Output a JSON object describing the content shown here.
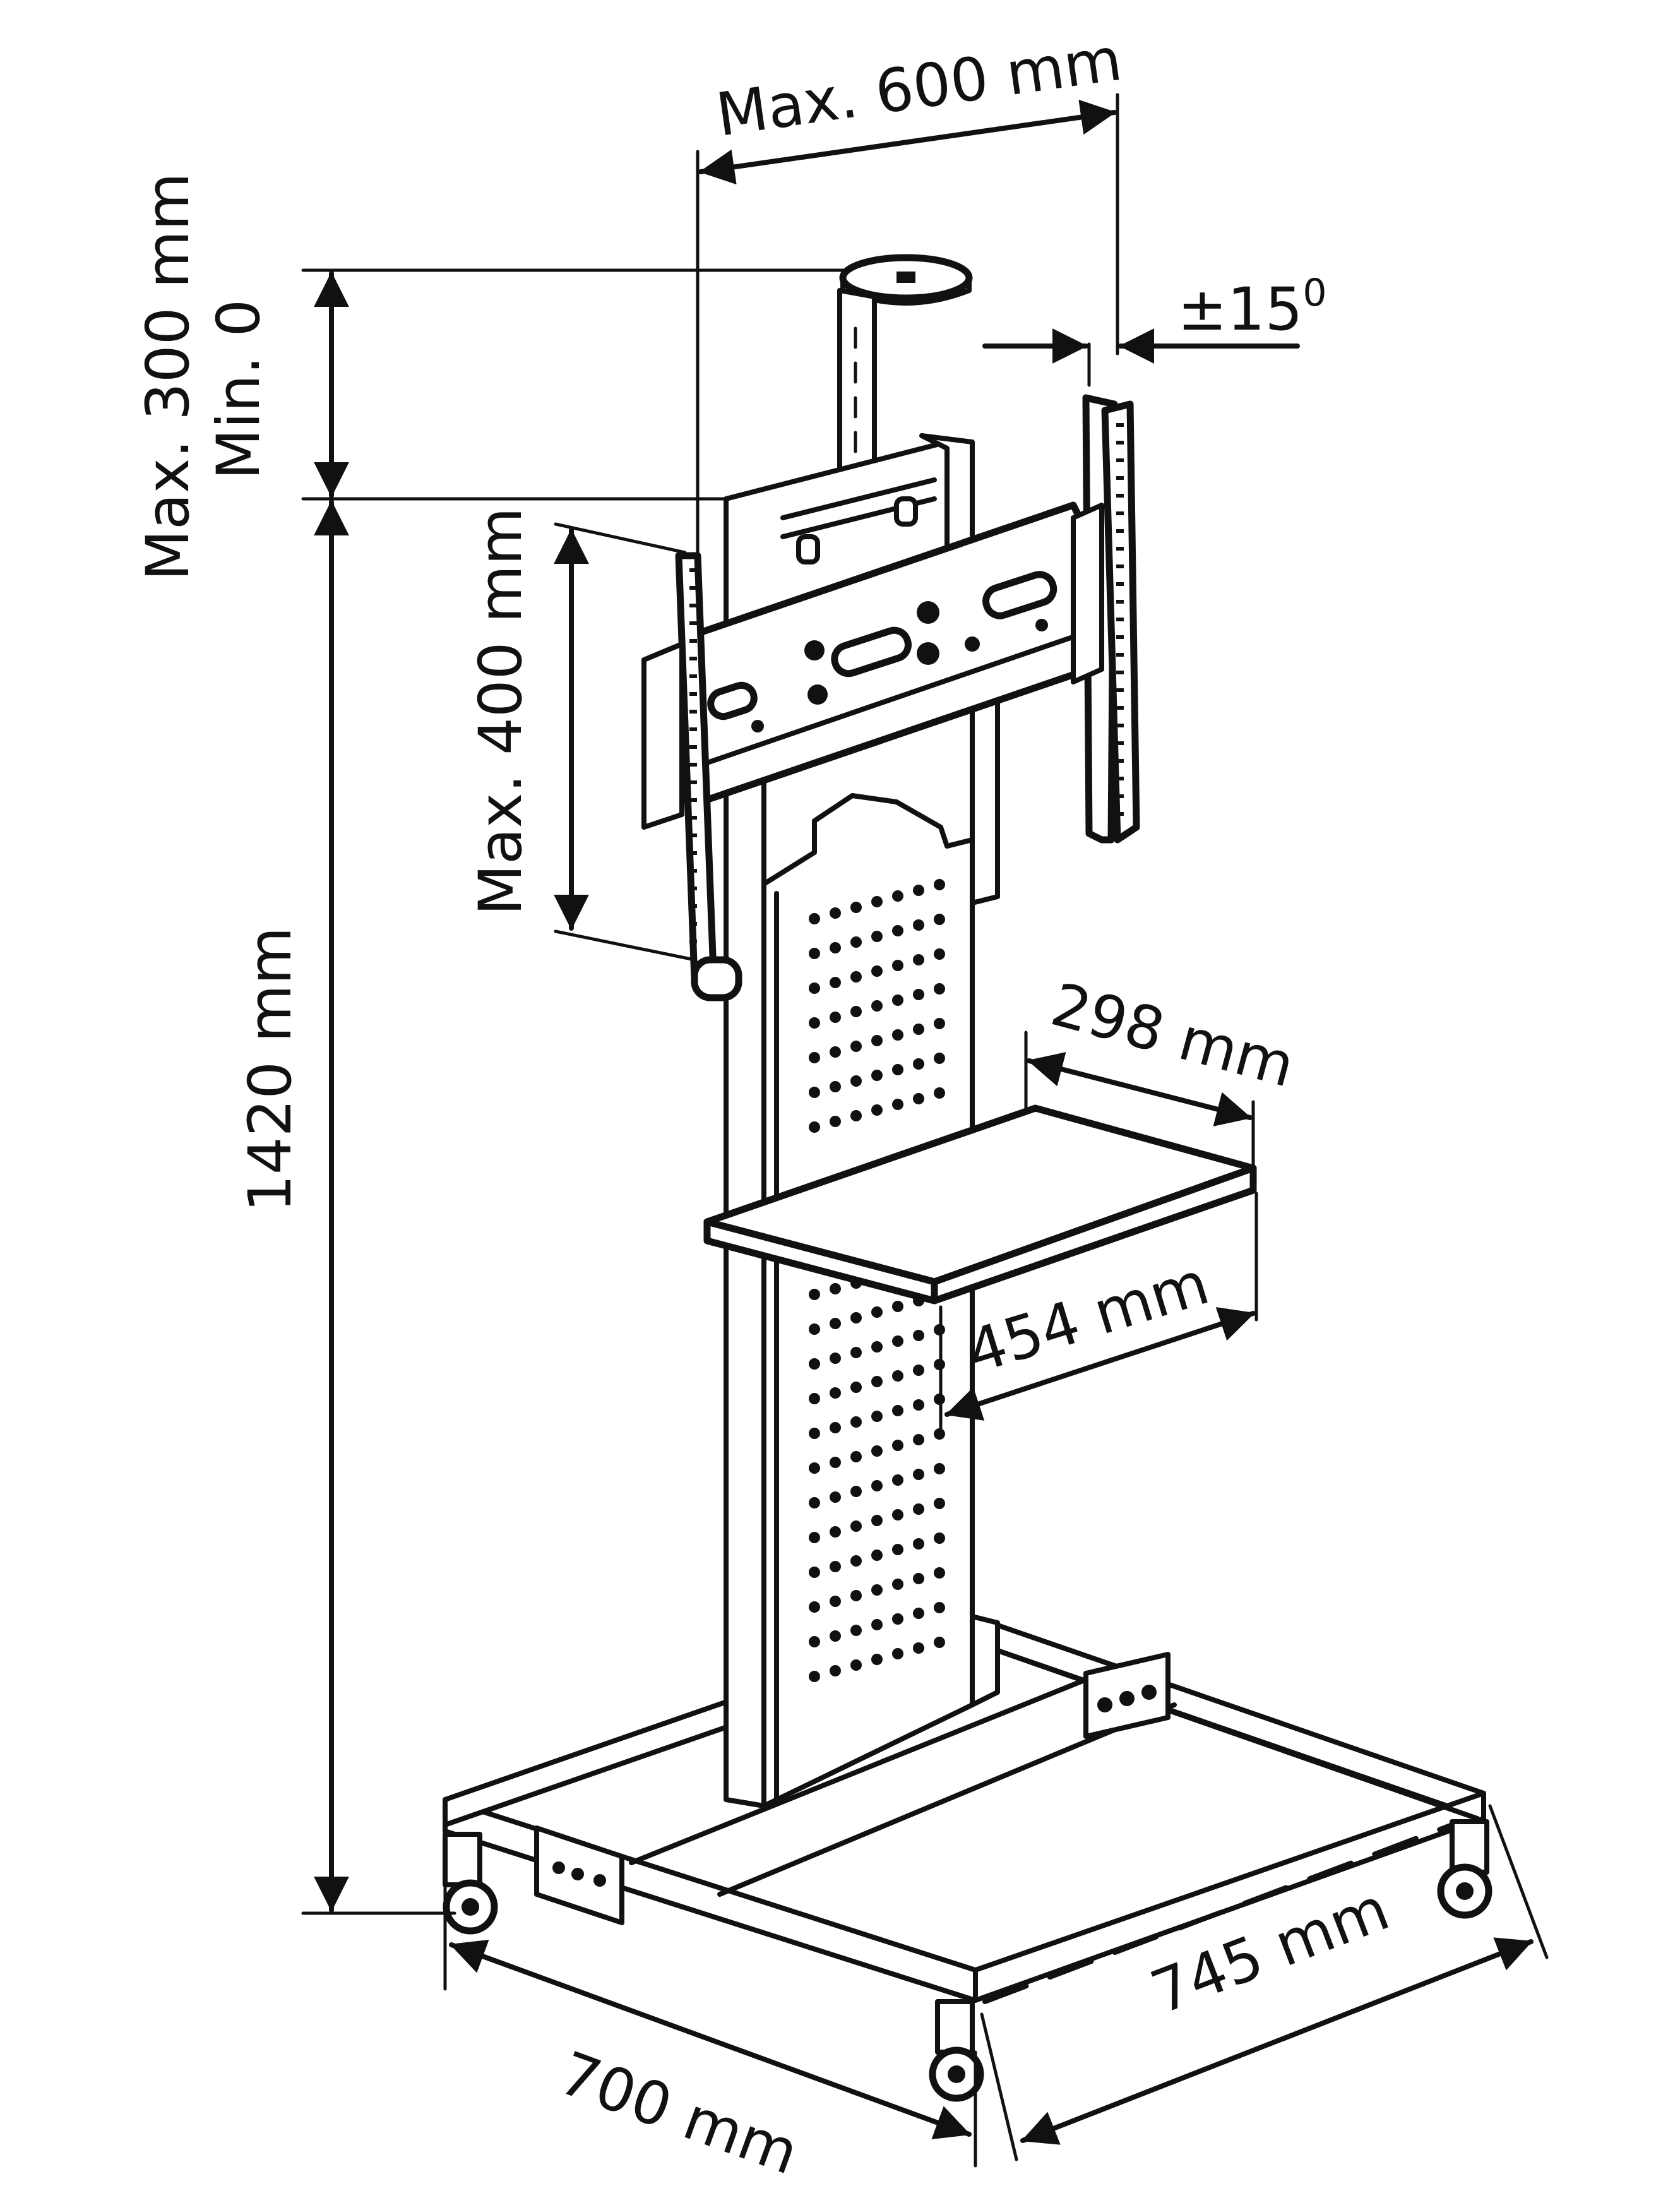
{
  "dimensions": {
    "max_vesa_width": "Max. 600 mm",
    "tilt": "±15",
    "tilt_superscript": "0",
    "height_adjust_max": "Max. 300 mm",
    "height_adjust_min": "Min. 0",
    "max_vesa_height": "Max. 400 mm",
    "total_height": "1420 mm",
    "shelf_depth": "298 mm",
    "shelf_width": "454 mm",
    "base_width": "700 mm",
    "base_depth": "745 mm"
  },
  "colors": {
    "line": "#111111",
    "background": "#ffffff"
  }
}
